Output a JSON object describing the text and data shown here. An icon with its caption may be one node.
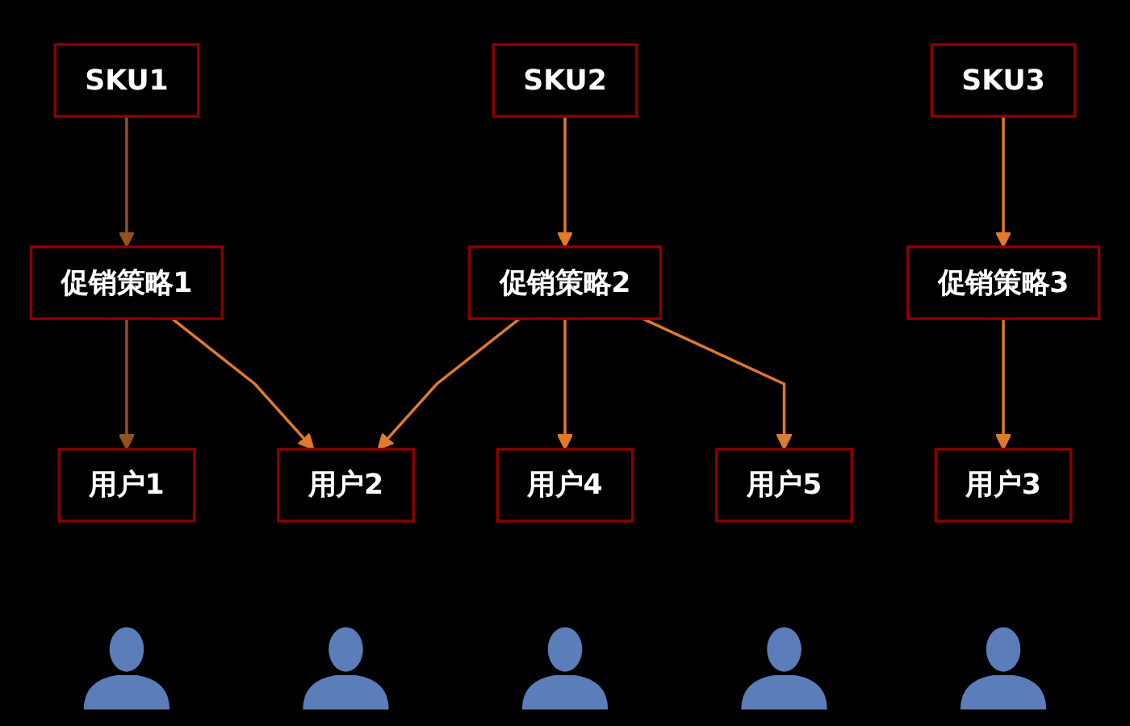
{
  "diagram": {
    "nodes": [
      {
        "text": [
          "SKU1"
        ]
      },
      {
        "text": [
          "SKU2"
        ]
      },
      {
        "text": [
          "SKU3"
        ]
      },
      {
        "text": [
          "促销策略1"
        ]
      },
      {
        "text": [
          "促销策略2"
        ]
      },
      {
        "text": [
          "促销策略3"
        ]
      },
      {
        "text": [
          "用户1"
        ]
      },
      {
        "text": [
          "用户2"
        ]
      },
      {
        "text": [
          "用户3"
        ]
      },
      {
        "text": [
          "用户4"
        ]
      },
      {
        "text": [
          "用户5"
        ]
      },
      {
        "text": [],
        "shape": "person"
      },
      {
        "text": [],
        "shape": "person"
      },
      {
        "text": [],
        "shape": "person"
      },
      {
        "text": [],
        "shape": "person"
      },
      {
        "text": [],
        "shape": "person"
      }
    ],
    "edges": [
      {
        "from": 0,
        "to": 3,
        "arrow": "to",
        "color": "#96501e"
      },
      {
        "from": 1,
        "to": 4,
        "arrow": "to"
      },
      {
        "from": 2,
        "to": 5,
        "arrow": "to"
      },
      {
        "from": 3,
        "to": 6,
        "arrow": "to",
        "color": "#96501e"
      },
      {
        "from": 3,
        "to": 7,
        "arrow": "to"
      },
      {
        "from": 4,
        "to": 7,
        "arrow": "to"
      },
      {
        "from": 4,
        "to": 9,
        "arrow": "to"
      },
      {
        "from": 4,
        "to": 10,
        "arrow": "to"
      },
      {
        "from": 5,
        "to": 8,
        "arrow": "to"
      }
    ]
  }
}
